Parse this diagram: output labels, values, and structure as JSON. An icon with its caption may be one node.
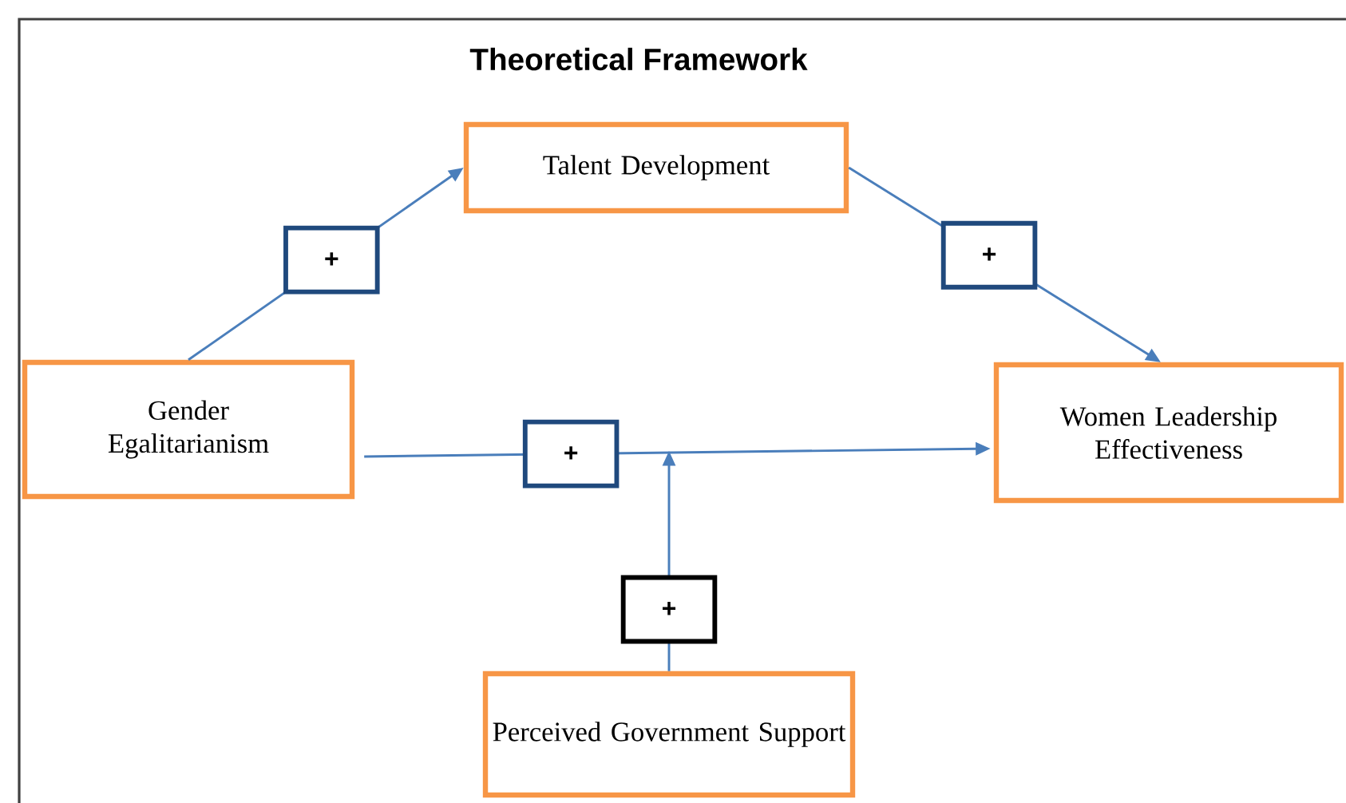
{
  "diagram": {
    "title": "Theoretical Framework",
    "nodes": [
      {
        "text": [
          "Talent Development"
        ]
      },
      {
        "text": [
          "Gender Egalitarianism"
        ]
      },
      {
        "text": [
          "Women Leadership Effectiveness"
        ]
      },
      {
        "text": [
          "Perceived Government Support"
        ]
      }
    ],
    "edges": [
      {
        "from": 1,
        "to": 0,
        "arrow": "to",
        "label": "+"
      },
      {
        "from": 0,
        "to": 2,
        "arrow": "to",
        "label": "+"
      },
      {
        "from": 1,
        "to": 2,
        "arrow": "to",
        "label": "+"
      },
      {
        "from": 3,
        "to": null,
        "arrow": "to",
        "label": "+"
      }
    ]
  }
}
